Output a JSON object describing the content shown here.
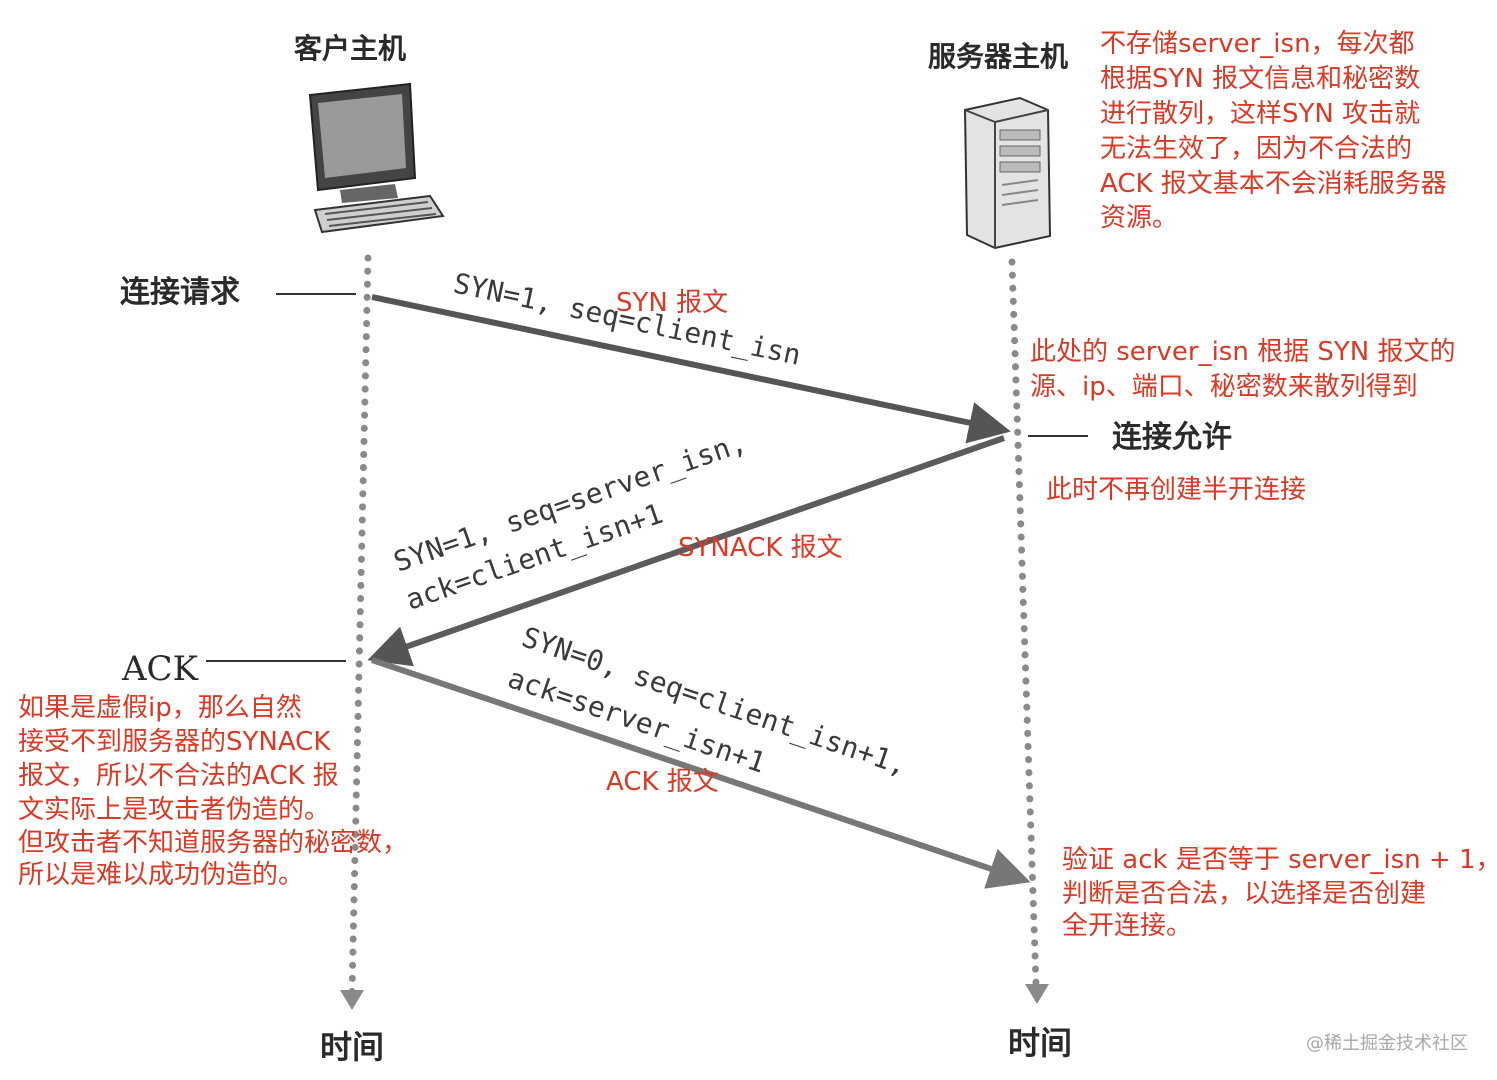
{
  "client": {
    "title": "客户主机",
    "time_label": "时间"
  },
  "server": {
    "title": "服务器主机",
    "time_label": "时间"
  },
  "events": {
    "connect_request": "连接请求",
    "connect_allow": "连接允许",
    "ack": "ACK"
  },
  "messages": {
    "syn": {
      "line1": "SYN=1, seq=client_isn",
      "tag": "SYN 报文"
    },
    "synack": {
      "line1": "SYN=1, seq=server_isn,",
      "line2": "ack=client_isn+1",
      "tag": "SYNACK 报文"
    },
    "ack": {
      "line1": "SYN=0, seq=client_isn+1,",
      "line2": "ack=server_isn+1",
      "tag": "ACK 报文"
    }
  },
  "notes": {
    "server_isn": [
      "不存储server_isn，每次都",
      "根据SYN 报文信息和秘密数",
      "进行散列，这样SYN 攻击就",
      "无法生效了，因为不合法的",
      "ACK 报文基本不会消耗服务器",
      "资源。"
    ],
    "hash_source": [
      "此处的 server_isn 根据 SYN 报文的",
      "源、ip、端口、秘密数来散列得到"
    ],
    "no_half_open": [
      "此时不再创建半开连接"
    ],
    "fake_ip": [
      "如果是虚假ip，那么自然",
      "接受不到服务器的SYNACK",
      "报文，所以不合法的ACK 报",
      "文实际上是攻击者伪造的。",
      "但攻击者不知道服务器的秘密数，",
      "所以是难以成功伪造的。"
    ],
    "verify": [
      "验证 ack 是否等于 server_isn + 1，",
      "判断是否合法，以选择是否创建",
      "全开连接。"
    ]
  },
  "watermark": "@稀土掘金技术社区",
  "colors": {
    "annotation": "#d93a26",
    "arrow": "#555555",
    "timeline": "#8a8a8a"
  },
  "icons": {
    "client": "desktop-computer-icon",
    "server": "server-tower-icon"
  }
}
